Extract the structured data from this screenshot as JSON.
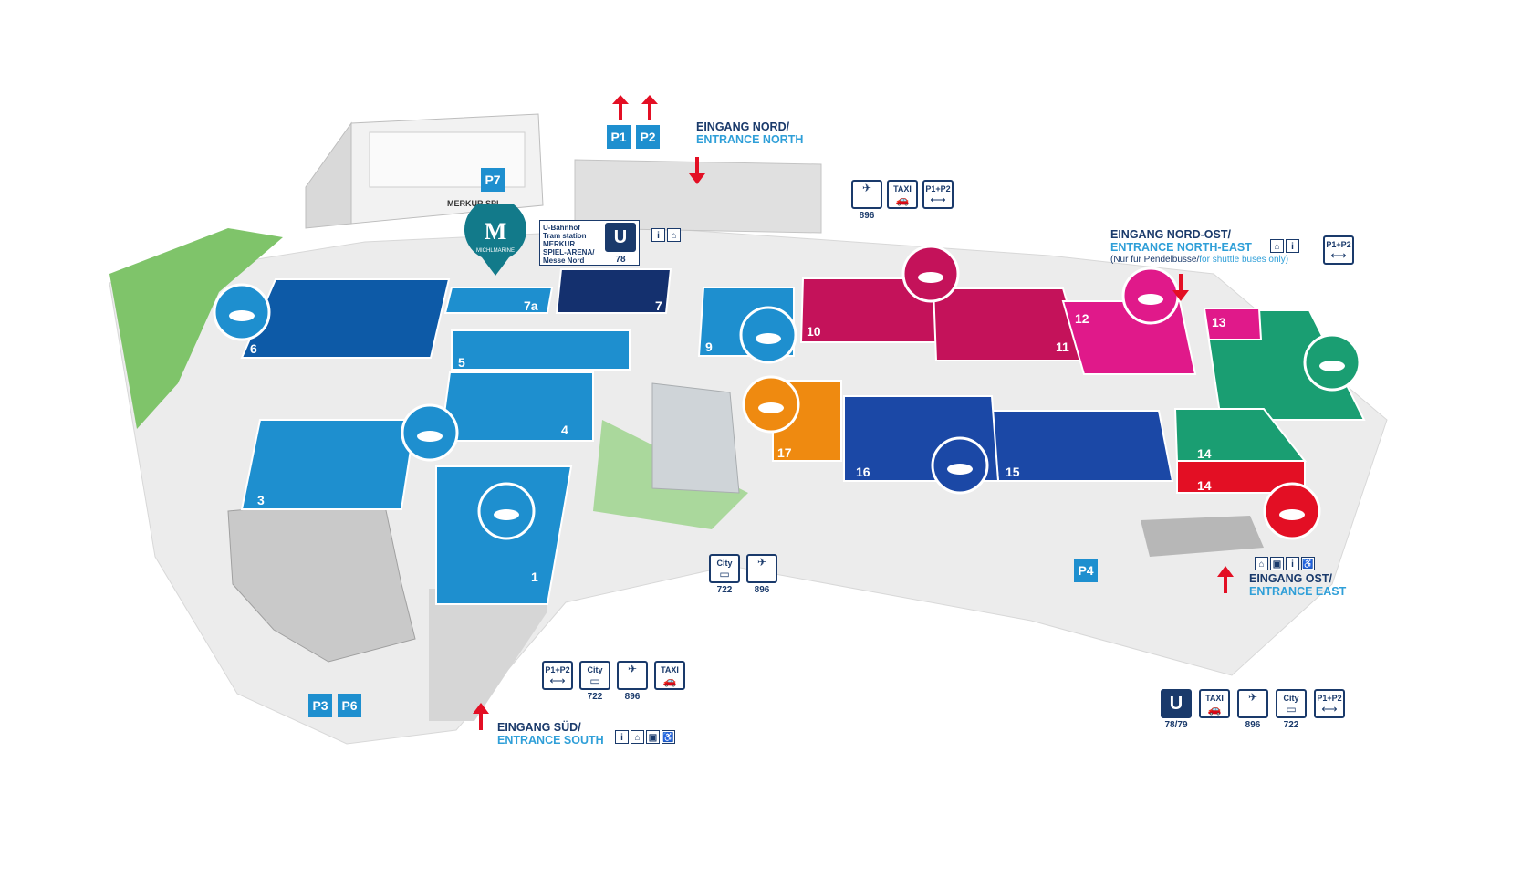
{
  "map": {
    "halls": [
      {
        "label": "1",
        "color": "#1e8fcf"
      },
      {
        "label": "3",
        "color": "#1e8fcf"
      },
      {
        "label": "4",
        "color": "#1e8fcf"
      },
      {
        "label": "5",
        "color": "#1e8fcf"
      },
      {
        "label": "6",
        "color": "#0d5aa7"
      },
      {
        "label": "7",
        "color": "#14306e"
      },
      {
        "label": "7a",
        "color": "#1e8fcf"
      },
      {
        "label": "9",
        "color": "#1e8fcf"
      },
      {
        "label": "10",
        "color": "#c4125a"
      },
      {
        "label": "11",
        "color": "#c4125a"
      },
      {
        "label": "12",
        "color": "#e0198a"
      },
      {
        "label": "13",
        "color": "#1a9e72"
      },
      {
        "label": "13 ",
        "color": "#e0198a"
      },
      {
        "label": "14",
        "color": "#1a9e72"
      },
      {
        "label": "14 ",
        "color": "#e30f24"
      },
      {
        "label": "15",
        "color": "#1b48a6"
      },
      {
        "label": "16",
        "color": "#1b48a6"
      },
      {
        "label": "17",
        "color": "#ef8a10"
      }
    ],
    "parking": [
      "P7",
      "P1",
      "P2",
      "P3",
      "P6",
      "P4"
    ],
    "entrances": {
      "north": {
        "de": "EINGANG NORD/",
        "en": "ENTRANCE NORTH"
      },
      "north_east": {
        "de": "EINGANG NORD-OST/",
        "en": "ENTRANCE NORTH-EAST",
        "note_de": "(Nur für Pendelbusse/",
        "note_en": "for shuttle buses only)"
      },
      "east": {
        "de": "EINGANG OST/",
        "en": "ENTRANCE EAST"
      },
      "south": {
        "de": "EINGANG SÜD/",
        "en": "ENTRANCE SOUTH"
      }
    },
    "tram_box": {
      "line1": "U-Bahnhof",
      "line2": "Tram station",
      "line3": "MERKUR",
      "line4": "SPIEL-ARENA/",
      "line5": "Messe Nord",
      "number": "78"
    },
    "transport": {
      "north": [
        "896"
      ],
      "center": [
        "722",
        "896"
      ],
      "south": [
        "722",
        "896"
      ],
      "east": [
        "78/79",
        "896",
        "722"
      ]
    },
    "stadium_label": "MERKUR SPI",
    "logo_text": "MICHLMARINE"
  },
  "colors": {
    "blue_light": "#1e8fcf",
    "blue_dark": "#0d5aa7",
    "navy": "#14306e",
    "crimson": "#c4125a",
    "magenta": "#e0198a",
    "green": "#1a9e72",
    "red": "#e30f24",
    "orange": "#ef8a10",
    "grey": "#e6e6e6"
  }
}
